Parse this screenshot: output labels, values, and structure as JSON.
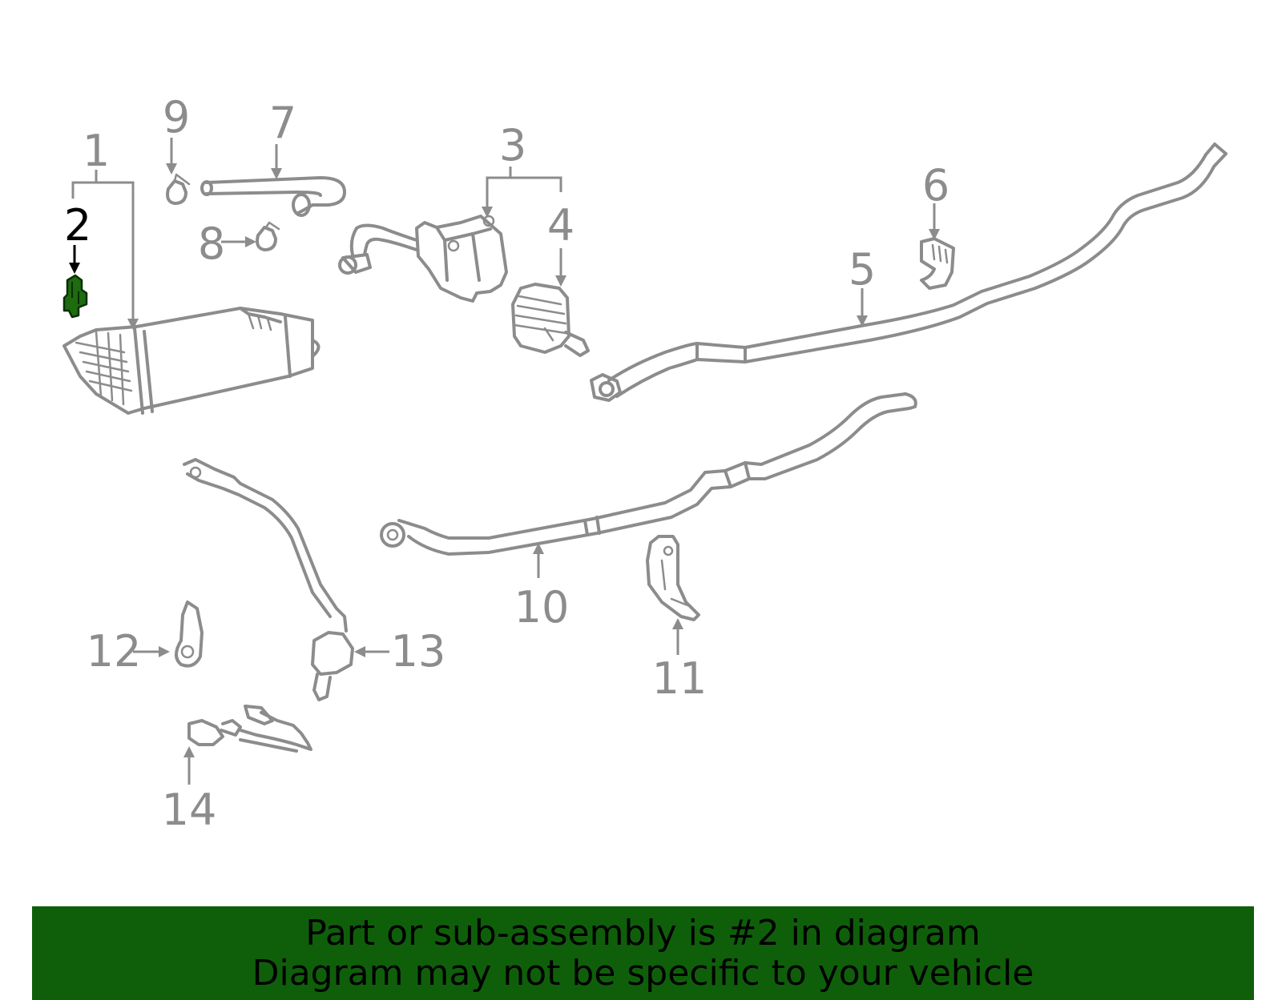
{
  "callouts": {
    "c1": "1",
    "c2": "2",
    "c3": "3",
    "c4": "4",
    "c5": "5",
    "c6": "6",
    "c7": "7",
    "c8": "8",
    "c9": "9",
    "c10": "10",
    "c11": "11",
    "c12": "12",
    "c13": "13",
    "c14": "14"
  },
  "highlighted_part": "2",
  "banner": {
    "line1": "Part or sub-assembly is #2 in diagram",
    "line2": "Diagram may not be specific to your vehicle"
  },
  "colors": {
    "line_art": "#8c8c8c",
    "highlight_fill": "#1e6b10",
    "banner_background": "#0f5f0a",
    "banner_text": "#000000"
  }
}
